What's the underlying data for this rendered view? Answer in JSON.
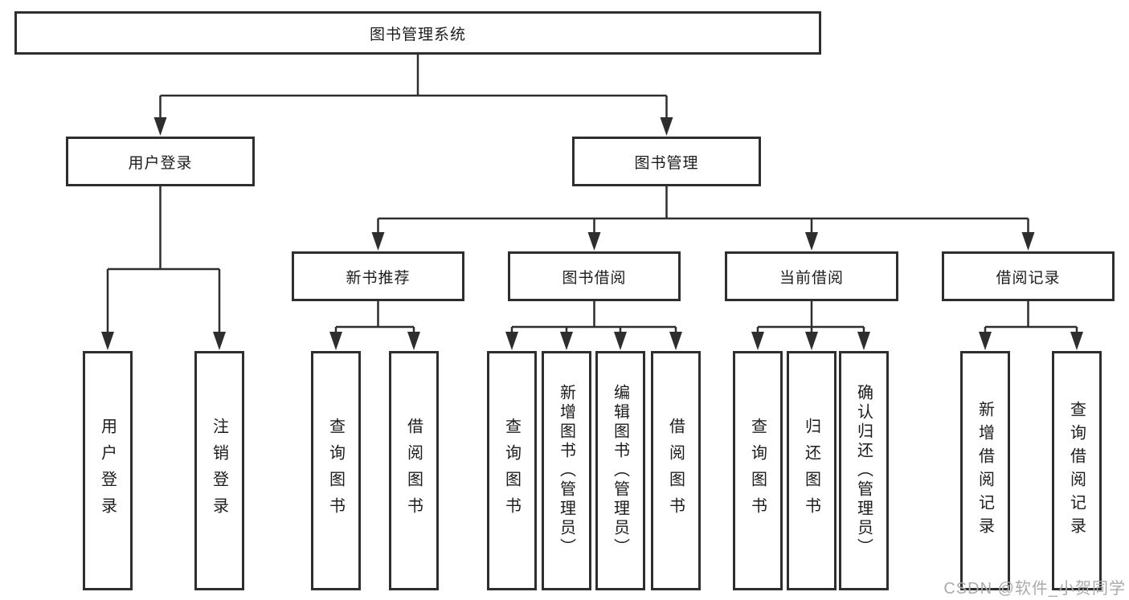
{
  "diagram_type": "tree",
  "tree": {
    "label": "图书管理系统",
    "children": [
      {
        "label": "用户登录",
        "children": [
          {
            "label": "用户登录"
          },
          {
            "label": "注销登录"
          }
        ]
      },
      {
        "label": "图书管理",
        "children": [
          {
            "label": "新书推荐",
            "children": [
              {
                "label": "查询图书"
              },
              {
                "label": "借阅图书"
              }
            ]
          },
          {
            "label": "图书借阅",
            "children": [
              {
                "label": "查询图书"
              },
              {
                "label": "新增图书（管理员）"
              },
              {
                "label": "编辑图书（管理员）"
              },
              {
                "label": "借阅图书"
              }
            ]
          },
          {
            "label": "当前借阅",
            "children": [
              {
                "label": "查询图书"
              },
              {
                "label": "归还图书"
              },
              {
                "label": "确认归还（管理员）"
              }
            ]
          },
          {
            "label": "借阅记录",
            "children": [
              {
                "label": "新增借阅记录"
              },
              {
                "label": "查询借阅记录"
              }
            ]
          }
        ]
      }
    ]
  },
  "watermark": {
    "text": "CSDN @软件_小贺同学"
  },
  "colors": {
    "line": "#2e2e2e",
    "box_border": "#2e2e2e",
    "box_background": "#ffffff",
    "text": "#1c1c1c",
    "watermark_text": "#ababab"
  }
}
